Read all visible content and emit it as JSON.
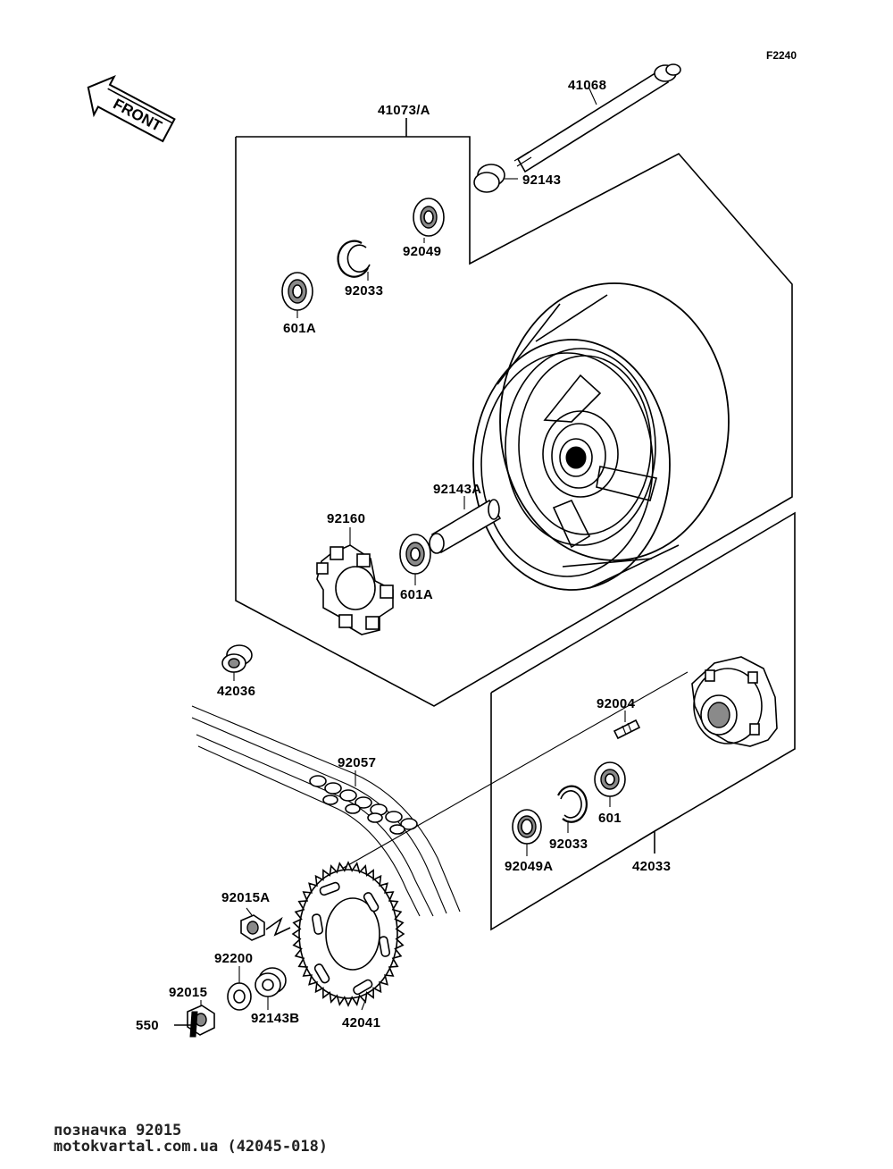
{
  "figure_code": "F2240",
  "front_label": "FRONT",
  "labels": {
    "axle": "41068",
    "wheel": "41073/A",
    "collar_axle": "92143",
    "bearing_92049": "92049",
    "circlip_92033_top": "92033",
    "bearing_601a_top": "601A",
    "collar_92143a": "92143A",
    "damper": "92160",
    "bearing_601a_mid": "601A",
    "collar_42036": "42036",
    "stud_92004": "92004",
    "chain": "92057",
    "bearing_601": "601",
    "circlip_92033_bottom": "92033",
    "seal_92049a": "92049A",
    "coupling": "42033",
    "nut_92015a": "92015A",
    "washer_92200": "92200",
    "nut_92015": "92015",
    "collar_92143b": "92143B",
    "sprocket": "42041",
    "pin_550": "550"
  },
  "footer": {
    "line1": "позначка 92015",
    "line2": "motokvartal.com.ua (42045-018)"
  }
}
